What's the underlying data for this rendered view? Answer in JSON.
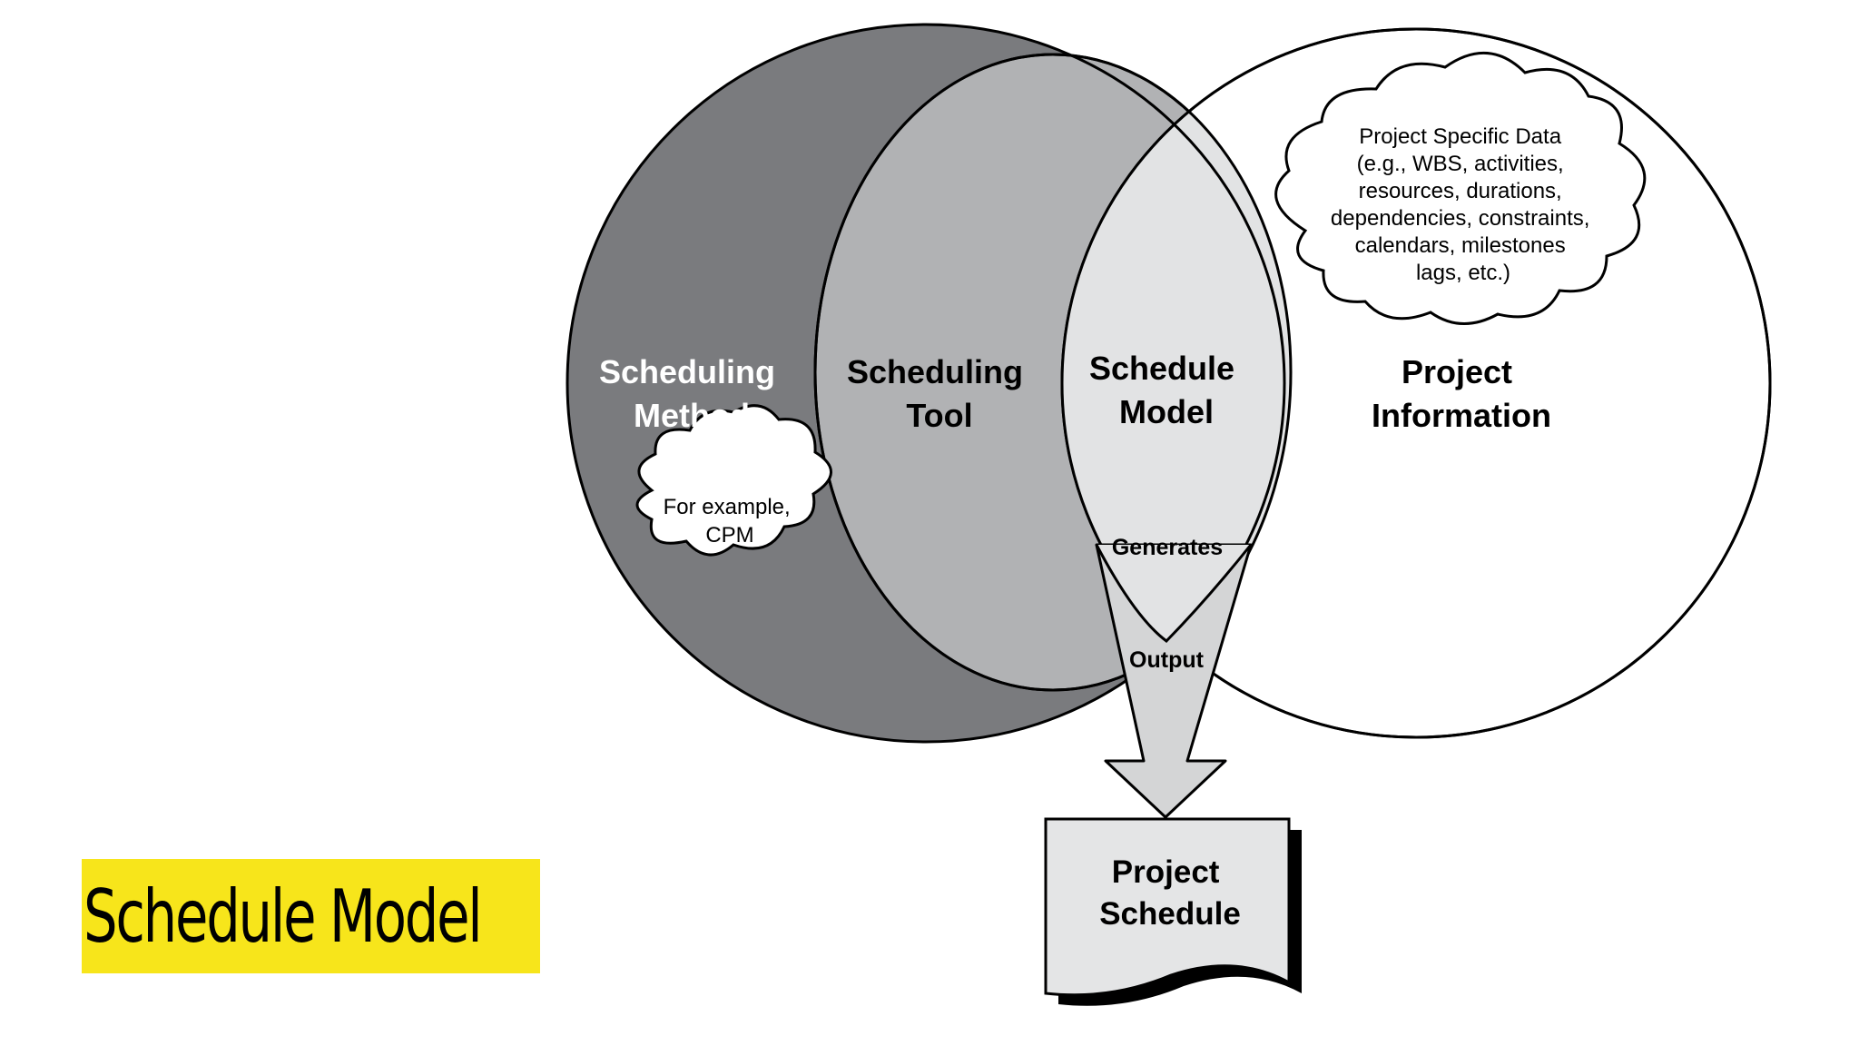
{
  "title": "Schedule Model",
  "colors": {
    "method": "#7a7b7e",
    "tool": "#b1b2b4",
    "model": "#e2e3e4",
    "info": "#ffffff",
    "banner": "#f7e51b",
    "stroke": "#000000"
  },
  "labels": {
    "scheduling_method": [
      "Scheduling",
      "Method"
    ],
    "scheduling_tool": [
      "Scheduling",
      "Tool"
    ],
    "schedule_model": [
      "Schedule",
      "Model"
    ],
    "project_information": [
      "Project",
      "Information"
    ],
    "generates": "Generates",
    "output": "Output",
    "project_schedule": [
      "Project",
      "Schedule"
    ]
  },
  "clouds": {
    "method_example": [
      "For example,",
      "CPM"
    ],
    "project_data": [
      "Project Specific Data",
      "(e.g., WBS, activities,",
      "resources, durations,",
      "dependencies, constraints,",
      "calendars, milestones",
      "lags, etc.)"
    ]
  }
}
